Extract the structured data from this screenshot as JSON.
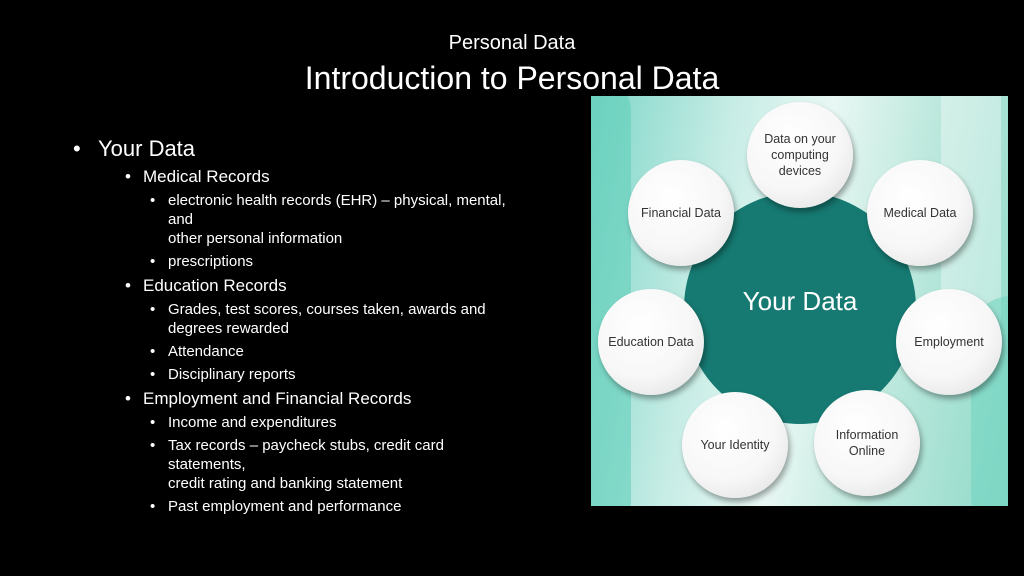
{
  "header": {
    "subtitle": "Personal Data",
    "title": "Introduction to Personal Data"
  },
  "bullets": {
    "top": "Your Data",
    "sections": [
      {
        "label": "Medical Records",
        "items": [
          [
            "electronic health records (EHR) – physical, mental, and",
            "other personal information"
          ],
          [
            "prescriptions"
          ]
        ]
      },
      {
        "label": "Education Records",
        "items": [
          [
            "Grades, test scores, courses taken, awards and degrees rewarded"
          ],
          [
            "Attendance"
          ],
          [
            "Disciplinary reports"
          ]
        ]
      },
      {
        "label": "Employment and Financial Records",
        "items": [
          [
            "Income and expenditures"
          ],
          [
            "Tax records – paycheck stubs, credit card statements,",
            "credit rating and banking statement"
          ],
          [
            "Past employment and performance"
          ]
        ]
      }
    ]
  },
  "diagram": {
    "center": "Your Data",
    "nodes": [
      {
        "name": "devices",
        "label": "Data on your computing devices"
      },
      {
        "name": "medical",
        "label": "Medical Data"
      },
      {
        "name": "employment",
        "label": "Employment"
      },
      {
        "name": "online",
        "label": "Information Online"
      },
      {
        "name": "identity",
        "label": "Your Identity"
      },
      {
        "name": "education",
        "label": "Education Data"
      },
      {
        "name": "financial",
        "label": "Financial Data"
      }
    ],
    "colors": {
      "hub": "#167a72",
      "node": "#ffffff",
      "background": "#c8ede6"
    }
  }
}
